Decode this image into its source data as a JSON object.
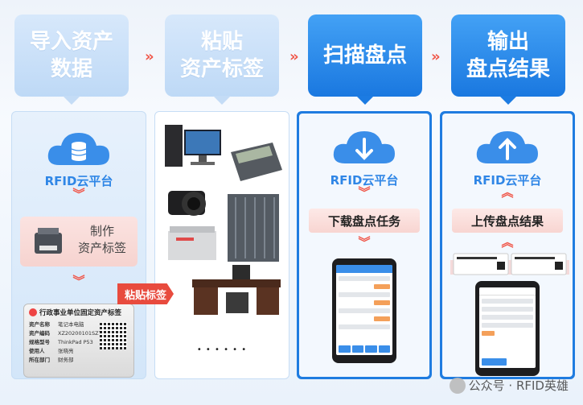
{
  "steps": [
    {
      "lines": [
        "导入资产",
        "数据"
      ],
      "style": "light"
    },
    {
      "lines": [
        "粘贴",
        "资产标签"
      ],
      "style": "light"
    },
    {
      "lines": [
        "扫描盘点"
      ],
      "style": "dark"
    },
    {
      "lines": [
        "输出",
        "盘点结果"
      ],
      "style": "dark"
    }
  ],
  "arrow_glyph": "»",
  "col1": {
    "cloud_label": "RFID云平台",
    "printer_text": [
      "制作",
      "资产标签"
    ],
    "label_card": {
      "title": "行政事业单位固定资产标签",
      "rows": [
        {
          "k": "资产名称",
          "v": "笔记本电脑"
        },
        {
          "k": "资产编码",
          "v": "XZ20200101SZ7"
        },
        {
          "k": "规格型号",
          "v": "ThinkPad P53"
        },
        {
          "k": "使用人",
          "v": "张晓亮"
        },
        {
          "k": "所在部门",
          "v": "财务部"
        }
      ]
    }
  },
  "col2": {
    "tag_text": "粘贴标签",
    "dots": "• • • • • •"
  },
  "col3": {
    "cloud_label": "RFID云平台",
    "task_label": "下载盘点任务"
  },
  "col4": {
    "cloud_label": "RFID云平台",
    "task_label": "上传盘点结果"
  },
  "watermark": "公众号 · RFID英雄",
  "colors": {
    "accent": "#1f7ce0",
    "red": "#e84b3e",
    "cloud": "#3a8ee9"
  },
  "icons": [
    "database-icon",
    "download-arrow-icon",
    "upload-arrow-icon",
    "printer-icon",
    "qr-code-icon"
  ]
}
